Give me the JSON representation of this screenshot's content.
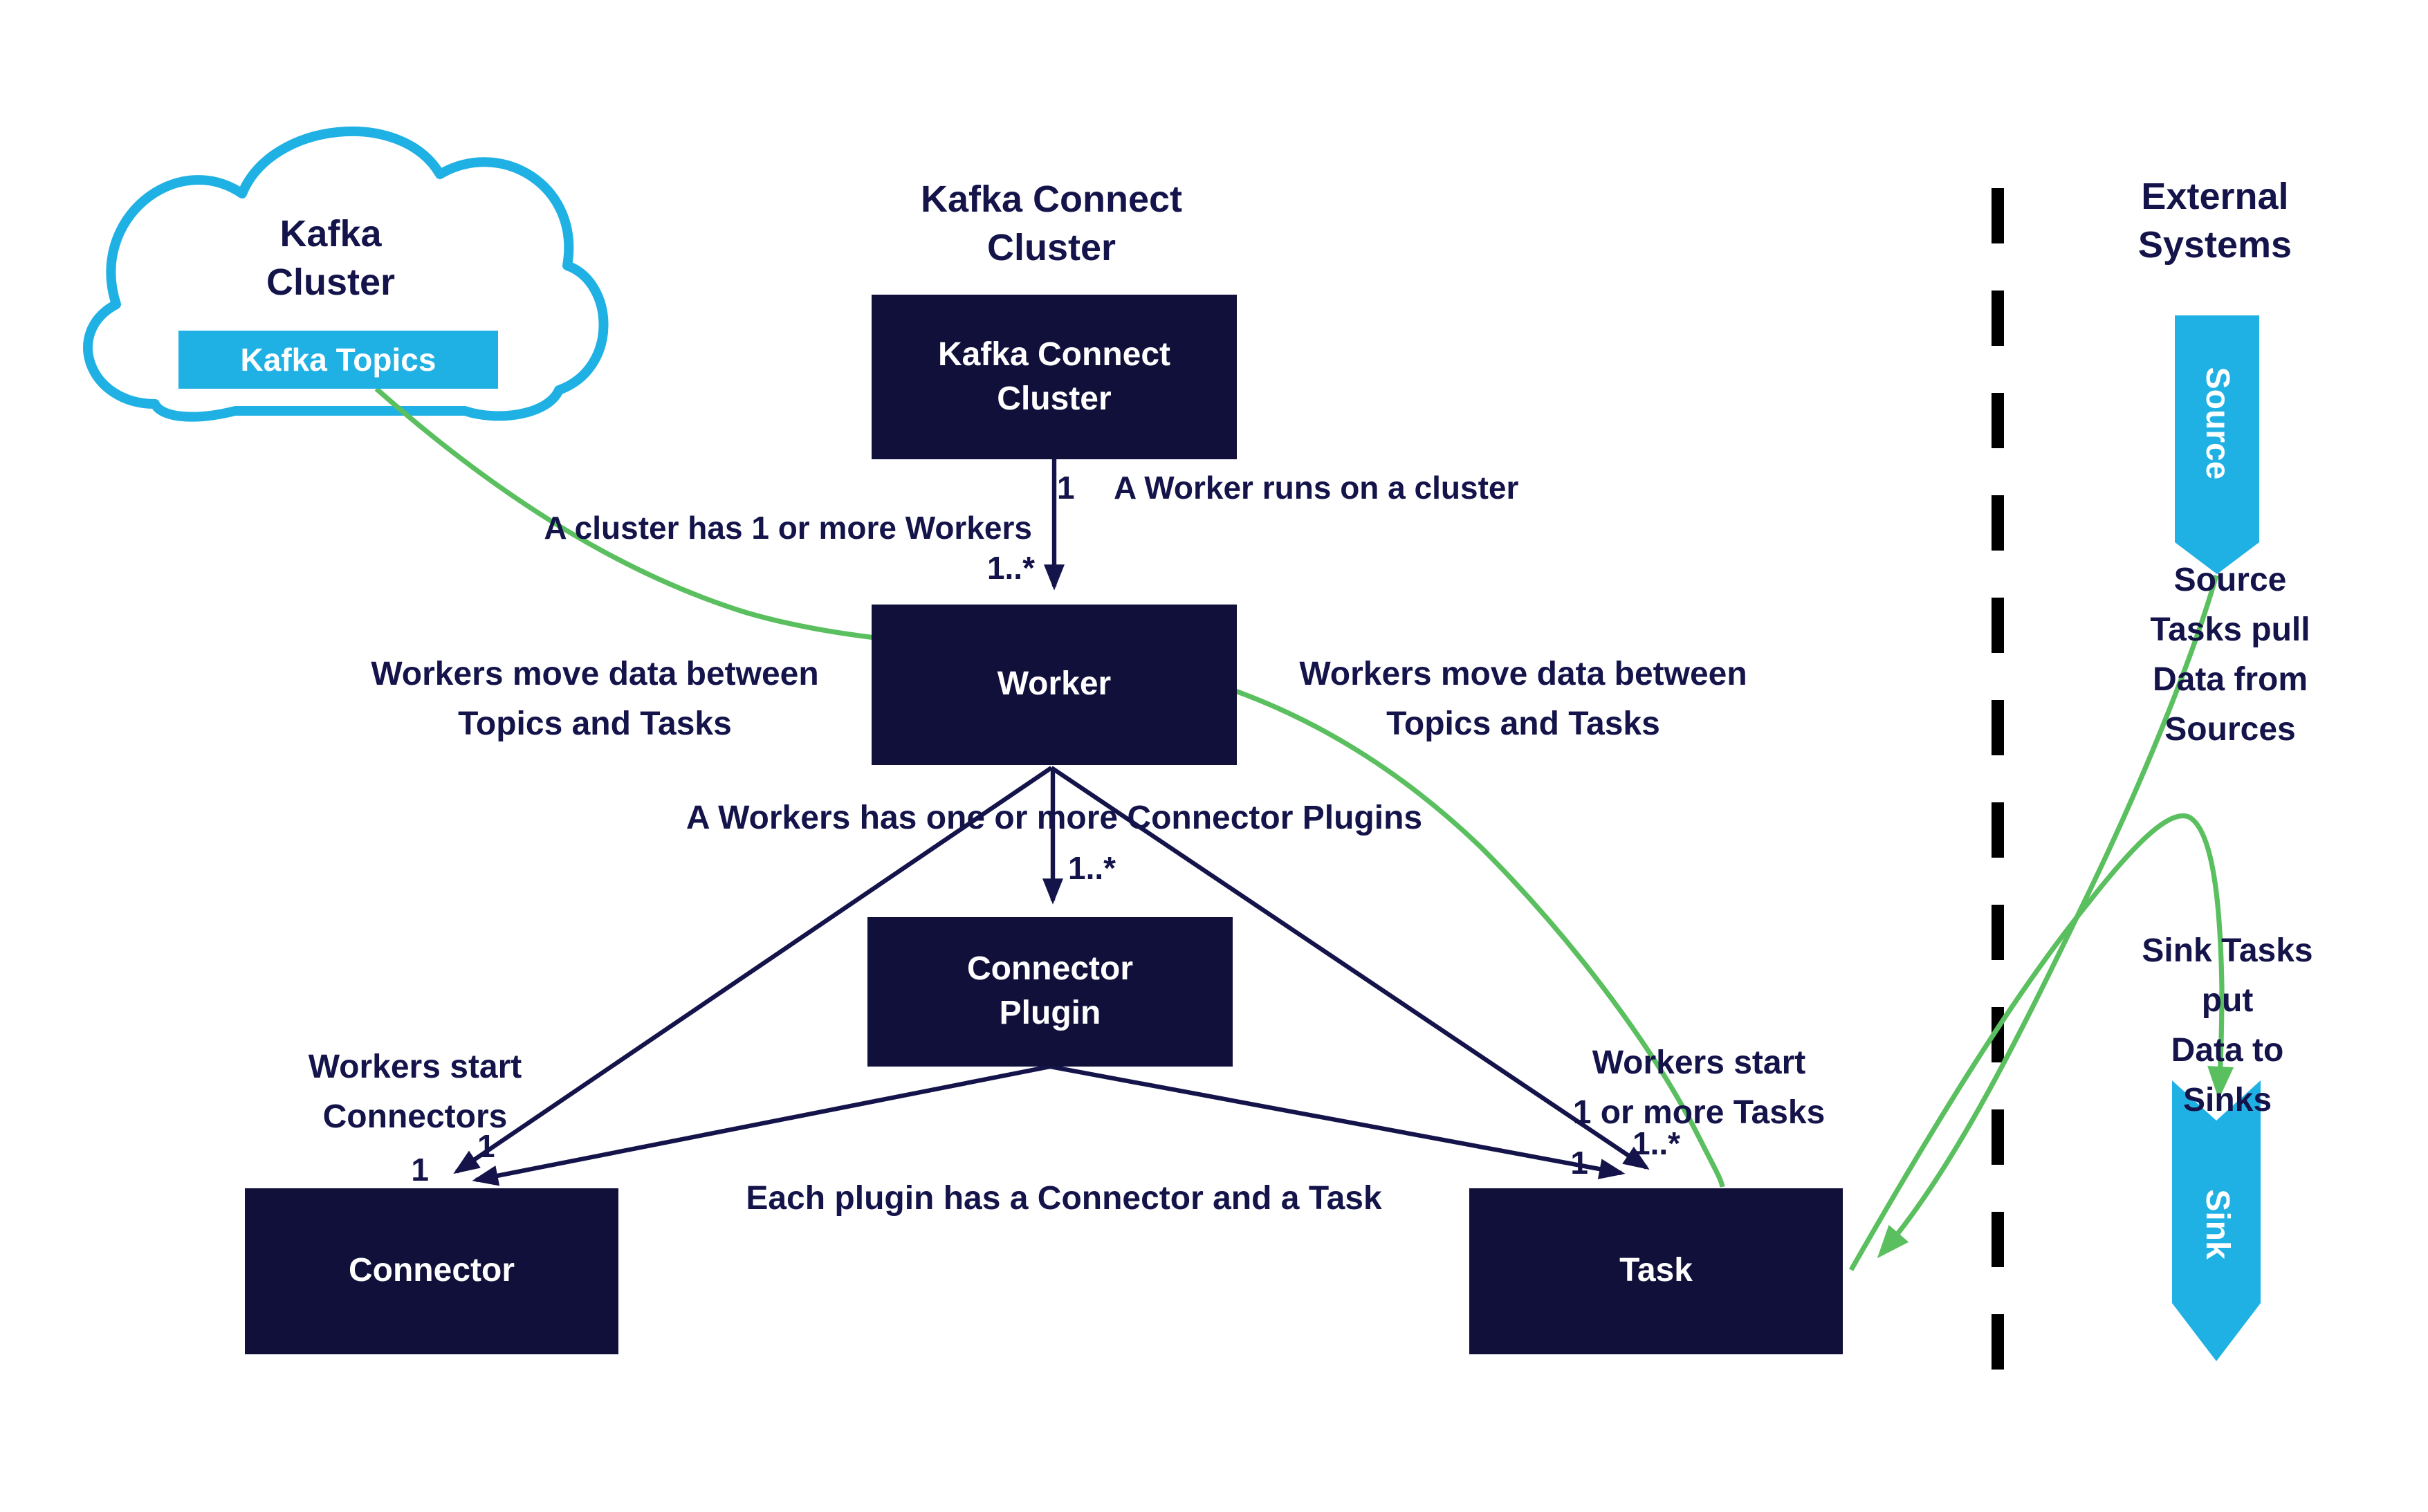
{
  "colors": {
    "navy_box": "#11103a",
    "navy_text": "#14144b",
    "cyan": "#20b1e4",
    "green": "#5abf5e",
    "separator": "#000000",
    "background": "#ffffff"
  },
  "cloud": {
    "title": "Kafka\nCluster",
    "topics_label": "Kafka Topics"
  },
  "connect_cluster": {
    "heading": "Kafka Connect\nCluster",
    "box_label": "Kafka Connect\nCluster"
  },
  "worker": {
    "box_label": "Worker",
    "note_left": "Workers move data between\nTopics and Tasks",
    "note_right": "Workers move data between\nTopics and Tasks"
  },
  "plugin": {
    "box_label": "Connector\nPlugin"
  },
  "connector": {
    "box_label": "Connector"
  },
  "task": {
    "box_label": "Task"
  },
  "external": {
    "heading": "External\nSystems",
    "source_label": "Source",
    "sink_label": "Sink",
    "source_note": "Source Tasks pull\nData from Sources",
    "sink_note": "Sink Tasks put\nData to Sinks"
  },
  "edges": {
    "cluster_worker": {
      "mult_source": "1",
      "label": "A Worker runs on a cluster",
      "label_left": "A cluster has 1 or more Workers",
      "mult_target": "1..*"
    },
    "worker_plugin": {
      "label": "A Workers has one or more Connector Plugins",
      "mult_target": "1..*"
    },
    "worker_connector": {
      "label": "Workers start\nConnectors",
      "mult_target": "1"
    },
    "worker_task": {
      "label": "Workers start\n1 or more Tasks",
      "mult_target": "1..*"
    },
    "plugin_connector": {
      "mult_target": "1"
    },
    "plugin_task": {
      "mult_target": "1"
    },
    "plugin_shared": {
      "label": "Each plugin has a Connector and a Task"
    }
  }
}
